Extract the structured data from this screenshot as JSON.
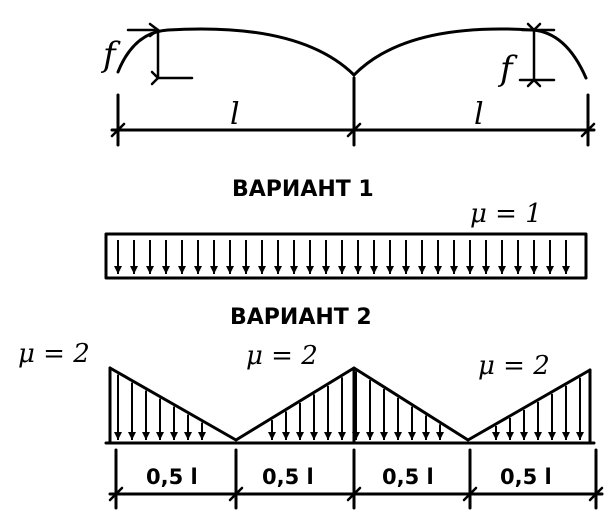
{
  "top": {
    "sag_left": "f",
    "sag_right": "f",
    "span_left": "l",
    "span_right": "l"
  },
  "variant1": {
    "title": "ВАРИАНТ 1",
    "mu": "μ = 1"
  },
  "variant2": {
    "title": "ВАРИАНТ 2",
    "mu_left": "μ = 2",
    "mu_center": "μ = 2",
    "mu_right": "μ = 2",
    "segments": [
      "0,5 l",
      "0,5 l",
      "0,5 l",
      "0,5 l"
    ]
  }
}
